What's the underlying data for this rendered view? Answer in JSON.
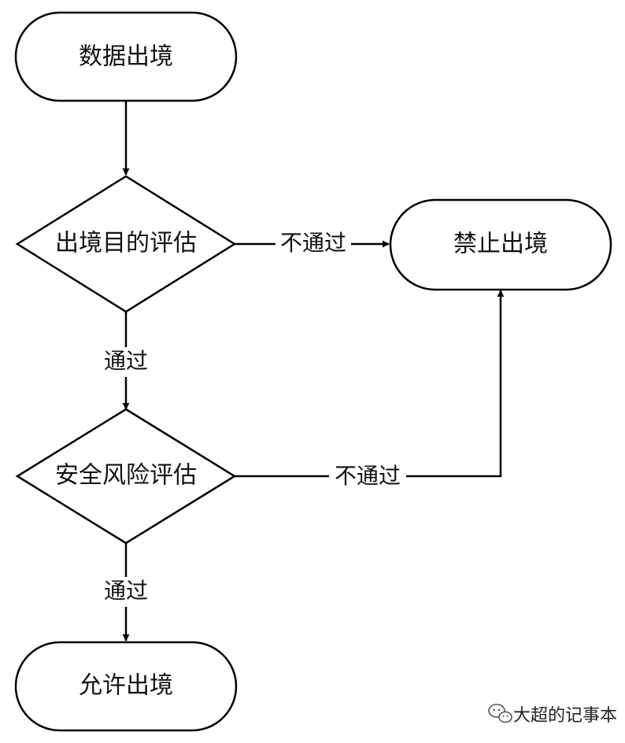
{
  "diagram": {
    "nodes": {
      "start": "数据出境",
      "purpose_check": "出境目的评估",
      "forbid": "禁止出境",
      "risk_check": "安全风险评估",
      "allow": "允许出境"
    },
    "edges": {
      "purpose_fail": "不通过",
      "purpose_pass": "通过",
      "risk_fail": "不通过",
      "risk_pass": "通过"
    }
  },
  "watermark": {
    "text": "大超的记事本",
    "icon": "wechat-icon"
  }
}
